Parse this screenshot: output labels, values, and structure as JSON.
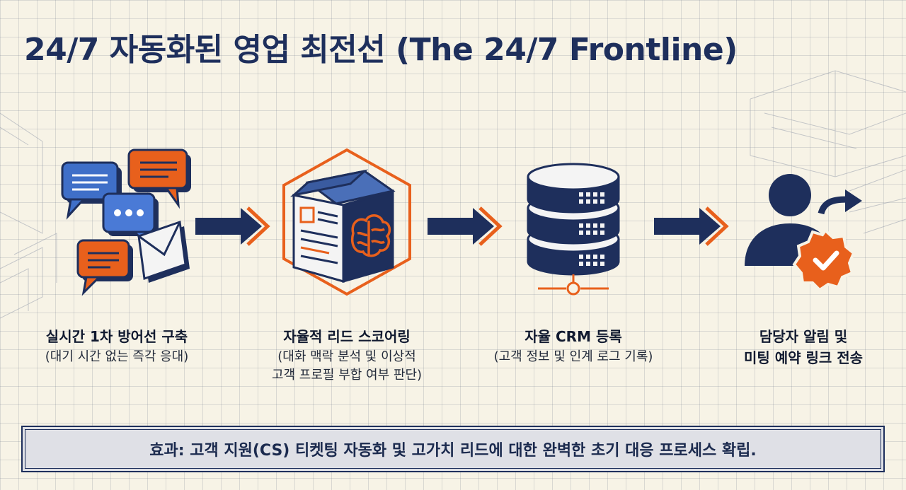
{
  "title": "24/7 자동화된 영업 최전선 (The 24/7 Frontline)",
  "steps": [
    {
      "label": "실시간 1차 방어선 구축",
      "sub": "(대기 시간 없는 즉각 응대)",
      "icon": "chat-bubbles-icon"
    },
    {
      "label": "자율적 리드 스코어링",
      "sub_line1": "(대화 맥락 분석 및 이상적",
      "sub_line2": "고객 프로필 부합 여부 판단)",
      "icon": "brain-cube-icon"
    },
    {
      "label": "자율 CRM 등록",
      "sub": "(고객 정보 및 인계 로그 기록)",
      "icon": "database-server-icon"
    },
    {
      "label_line1": "담당자 알림 및",
      "label_line2": "미팅 예약 링크 전송",
      "icon": "user-verified-icon"
    }
  ],
  "effect": "효과: 고객 지원(CS) 티켓팅 자동화 및 고가치 리드에 대한 완벽한 초기 대응 프로세스 확립.",
  "colors": {
    "navy": "#1e2f5c",
    "orange": "#e8601c",
    "blue": "#3f6fc8",
    "background": "#f7f3e6",
    "effect_background": "#dfe0e6"
  }
}
